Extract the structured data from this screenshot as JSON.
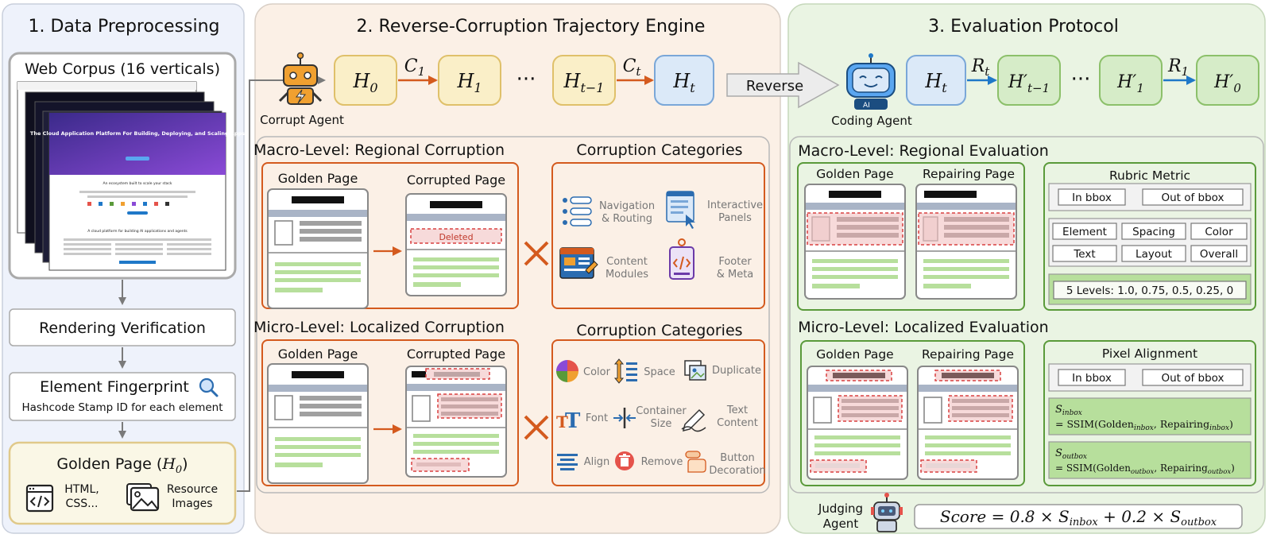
{
  "panels": {
    "p1": {
      "title": "1. Data Preprocessing"
    },
    "p2": {
      "title": "2. Reverse-Corruption Trajectory Engine"
    },
    "p3": {
      "title": "3. Evaluation Protocol"
    }
  },
  "preprocessing": {
    "web_corpus": "Web Corpus (16 verticals)",
    "shot_headline": "The Cloud Application Platform For Building, Deploying, and Scaling Apps",
    "shot_section1": "An ecosystem built to scale your stack",
    "shot_section2": "A cloud platform for building AI applications and agents",
    "rendering": "Rendering Verification",
    "fingerprint": "Element Fingerprint",
    "fingerprint_sub": "Hashcode Stamp ID for each element",
    "golden_prefix": "Golden Page (",
    "golden_h": "H",
    "golden_sub": "0",
    "golden_suffix": ")",
    "res1_l1": "HTML,",
    "res1_l2": "CSS...",
    "res2_l1": "Resource",
    "res2_l2": "Images"
  },
  "engine": {
    "corrupt_agent": "Corrupt Agent",
    "h0": "H",
    "h0_sub": "0",
    "c1": "C",
    "c1_sub": "1",
    "h1": "H",
    "h1_sub": "1",
    "dots": "···",
    "htm1": "H",
    "htm1_sub": "t−1",
    "ct": "C",
    "ct_sub": "t",
    "ht": "H",
    "ht_sub": "t",
    "reverse": "Reverse",
    "macro_title": "Macro-Level: Regional Corruption",
    "micro_title": "Micro-Level: Localized Corruption",
    "golden_page": "Golden Page",
    "corrupted_page": "Corrupted Page",
    "deleted": "Deleted",
    "cat_title": "Corruption Categories",
    "macro_cats": {
      "nav_l1": "Navigation",
      "nav_l2": "& Routing",
      "panels_l1": "Interactive",
      "panels_l2": "Panels",
      "content_l1": "Content",
      "content_l2": "Modules",
      "footer_l1": "Footer",
      "footer_l2": "& Meta"
    },
    "micro_cats": {
      "color": "Color",
      "space": "Space",
      "duplicate": "Duplicate",
      "font": "Font",
      "container_l1": "Container",
      "container_l2": "Size",
      "text_l1": "Text",
      "text_l2": "Content",
      "align": "Align",
      "remove": "Remove",
      "button_l1": "Button",
      "button_l2": "Decoration"
    }
  },
  "evaluation": {
    "coding_agent": "Coding Agent",
    "ht": "H",
    "ht_sub": "t",
    "rt": "R",
    "rt_sub": "t",
    "hp_tm1": "H′",
    "hp_tm1_sub": "t−1",
    "dots": "···",
    "hp_1": "H′",
    "hp_1_sub": "1",
    "r1": "R",
    "r1_sub": "1",
    "hp_0": "H′",
    "hp_0_sub": "0",
    "macro_title": "Macro-Level: Regional Evaluation",
    "micro_title": "Micro-Level: Localized Evaluation",
    "golden_page": "Golden Page",
    "repairing_page": "Repairing Page",
    "rubric_title": "Rubric Metric",
    "in_bbox": "In bbox",
    "out_bbox": "Out of bbox",
    "rubric_items": [
      "Element",
      "Spacing",
      "Color",
      "Text",
      "Layout",
      "Overall"
    ],
    "levels": "5 Levels: 1.0, 0.75, 0.5, 0.25, 0",
    "pixel_title": "Pixel Alignment",
    "s_inbox_lhs": "S",
    "s_inbox_lhs_sub": "inbox",
    "s_inbox_rhs": "= SSIM(Golden",
    "s_inbox_rhs_sub1": "inbox",
    "s_inbox_mid": ", Repairing",
    "s_inbox_rhs_sub2": "inbox",
    "s_close": ")",
    "s_outbox_lhs": "S",
    "s_outbox_lhs_sub": "outbox",
    "s_outbox_rhs": "= SSIM(Golden",
    "s_outbox_rhs_sub1": "outbox",
    "s_outbox_mid": ", Repairing",
    "s_outbox_rhs_sub2": "outbox",
    "judging_l1": "Judging",
    "judging_l2": "Agent",
    "score": "Score = 0.8 × S",
    "score_sub1": "inbox",
    "score_mid": " + 0.2 × S",
    "score_sub2": "outbox"
  },
  "colors": {
    "orange": "#d45a1e",
    "green_border": "#5a9a3a",
    "blue_arrow": "#1f78c8",
    "p1_bg": "#eef2fb",
    "p2_bg": "#fbf0e6",
    "p3_bg": "#eaf4e3"
  }
}
